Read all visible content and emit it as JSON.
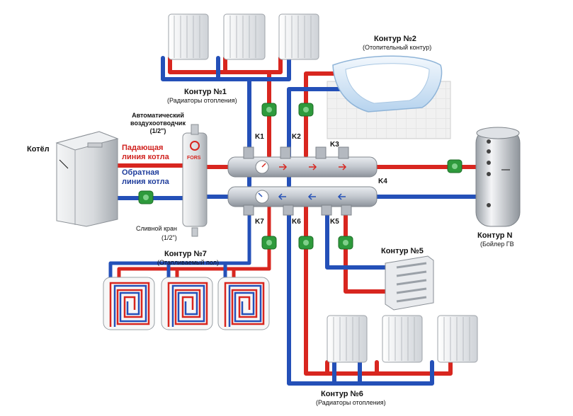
{
  "labels": {
    "circuit1_title": "Контур №1",
    "circuit1_sub": "(Радиаторы отопления)",
    "circuit2_title": "Контур №2",
    "circuit2_sub": "(Отопительный контур)",
    "circuit5_title": "Контур №5",
    "circuit6_title": "Контур №6",
    "circuit6_sub": "(Радиаторы отопления)",
    "circuit7_title": "Контур №7",
    "circuit7_sub": "(Отапливаемый пол)",
    "circuitN_title": "Контур N",
    "circuitN_sub": "(Бойлер ГВ",
    "boiler": "Котёл",
    "supply_line_1": "Падающая",
    "supply_line_2": "линия котла",
    "return_line_1": "Обратная",
    "return_line_2": "линия котла",
    "air_vent_1": "Автоматический",
    "air_vent_2": "воздухоотводчик",
    "air_vent_3": "(1/2\")",
    "drain_1": "Сливной кран",
    "drain_2": "(1/2\")",
    "brand": "FORS",
    "k1": "K1",
    "k2": "K2",
    "k3": "K3",
    "k4": "K4",
    "k5": "K5",
    "k6": "K6",
    "k7": "K7"
  },
  "colors": {
    "hot": "#d8261f",
    "cold": "#2450b8",
    "pipe_gray": "#b9bec6",
    "pump_green": "#2e9a3c"
  }
}
